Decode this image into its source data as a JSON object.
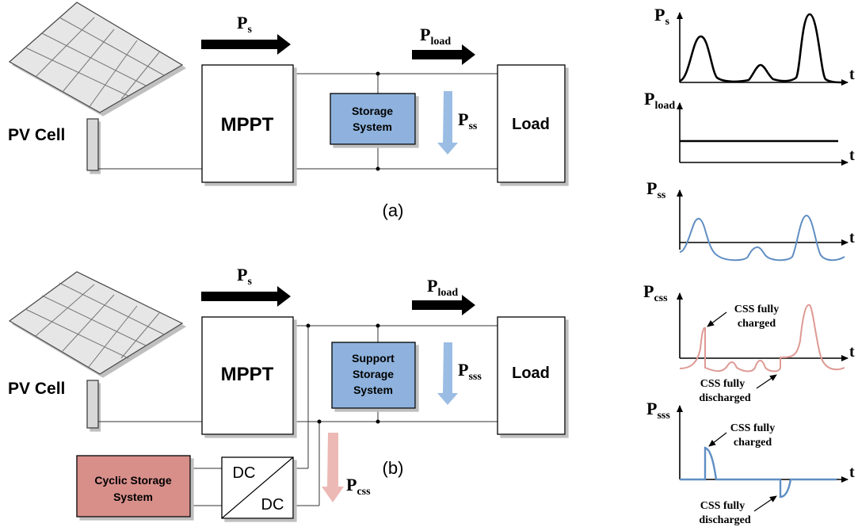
{
  "panel_a": {
    "label": "(a)",
    "pv_label": "PV Cell",
    "mppt_label": "MPPT",
    "load_label": "Load",
    "storage_label_1": "Storage",
    "storage_label_2": "System",
    "ps_main": "P",
    "ps_sub": "s",
    "pload_main": "P",
    "pload_sub": "load",
    "pss_main": "P",
    "pss_sub": "ss"
  },
  "panel_b": {
    "label": "(b)",
    "pv_label": "PV Cell",
    "mppt_label": "MPPT",
    "load_label": "Load",
    "support_label_1": "Support",
    "support_label_2": "Storage",
    "support_label_3": "System",
    "cyclic_label_1": "Cyclic Storage",
    "cyclic_label_2": "System",
    "dc_top": "DC",
    "dc_bottom": "DC",
    "ps_main": "P",
    "ps_sub": "s",
    "pload_main": "P",
    "pload_sub": "load",
    "psss_main": "P",
    "psss_sub": "sss",
    "pcss_main": "P",
    "pcss_sub": "css"
  },
  "plots": {
    "t_label": "t",
    "ps": {
      "main": "P",
      "sub": "s"
    },
    "pload": {
      "main": "P",
      "sub": "load"
    },
    "pss": {
      "main": "P",
      "sub": "ss"
    },
    "pcss": {
      "main": "P",
      "sub": "css",
      "ann_charged_1": "CSS fully",
      "ann_charged_2": "charged",
      "ann_dis_1": "CSS fully",
      "ann_dis_2": "discharged"
    },
    "psss": {
      "main": "P",
      "sub": "sss",
      "ann_charged_1": "CSS fully",
      "ann_charged_2": "charged",
      "ann_dis_1": "CSS fully",
      "ann_dis_2": "discharged"
    }
  },
  "colors": {
    "storage_fill": "#8eb2dd",
    "cyclic_fill": "#d88f8a",
    "pss_curve": "#5f8ec3",
    "pcss_curve": "#de9a94",
    "pss_arrow": "#9bbde4",
    "pcss_arrow": "#ecb9b5"
  }
}
